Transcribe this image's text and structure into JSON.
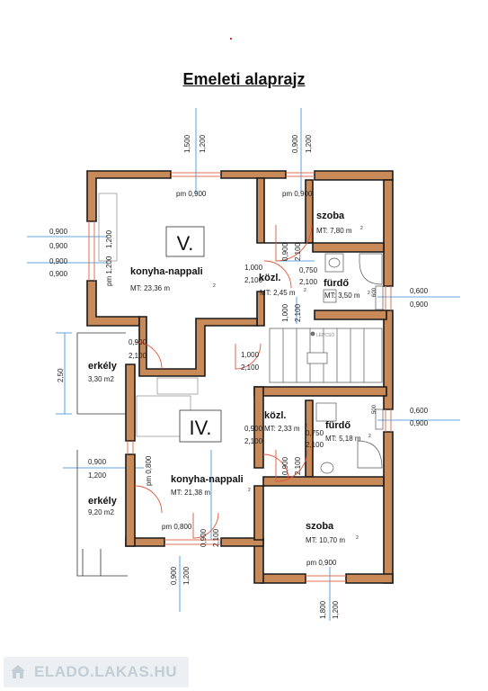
{
  "title": "Emeleti alaprajz",
  "units": {
    "V": "V.",
    "IV": "IV."
  },
  "rooms": {
    "konyha_v": "konyha-nappali",
    "konyha_v_area": "MT:         23,36 m",
    "kozl_v": "közl.",
    "kozl_v_area": "MT: 2,45 m",
    "furdo_v": "fürdő",
    "furdo_v_area": "MT: 3,50 m",
    "szoba_v": "szoba",
    "szoba_v_area": "MT: 7,80 m",
    "erkely_1": "erkély",
    "erkely_1_area": "3,30 m2",
    "erkely_2": "erkély",
    "erkely_2_area": "9,20 m2",
    "konyha_iv": "konyha-nappali",
    "konyha_iv_area": "MT:              21,38 m",
    "kozl_iv": "közl.",
    "kozl_iv_area": "MT: 2,33 m",
    "furdo_iv": "fürdő",
    "furdo_iv_area": "MT: 5,18 m",
    "szoba_iv": "szoba",
    "szoba_iv_area": "MT: 10,70 m"
  },
  "squared": "2",
  "dims": {
    "pm_top_left": "pm 0,900",
    "pm_top_right": "pm 0,900",
    "pm_left_vertical": "pm 1,200",
    "pm_bottom_iv": "pm 0,800",
    "pm_erkely_vertical": "pm 0,800",
    "pm_bottom_right": "pm 0,900",
    "top_a1": "1,500",
    "top_a2": "1,200",
    "top_b1": "0,900",
    "top_b2": "1,200",
    "left_1": "0,900",
    "left_2": "0,900",
    "left_3": "0,900",
    "left_4": "0,900",
    "left_v1": "1,200",
    "right_1": "0,600",
    "right_2": "0,900",
    "right_3": "0,600",
    "right_4": "0,900",
    "door_v_kozl_a": "1,000",
    "door_v_kozl_b": "2,100",
    "door_v_szoba_a": "0,900",
    "door_v_szoba_b": "2,100",
    "door_v_furdo_a": "0,750",
    "door_v_furdo_b": "2,100",
    "door_v_lower_a": "1,000",
    "door_v_lower_b": "2,100",
    "door_erk_a": "0,900",
    "door_erk_b": "2,100",
    "door_stair_a": "1,000",
    "door_stair_b": "2,100",
    "door_iv_kozl_a": "0,900",
    "door_iv_kozl_b": "2,100",
    "door_iv_furdo_a": "0,750",
    "door_iv_furdo_b": "2,100",
    "door_iv_szoba_a": "0,900",
    "door_iv_szoba_b": "2,100",
    "win_erk2_a": "0,900",
    "win_erk2_b": "1,200",
    "win_iv_a": "0,900",
    "win_iv_b": "2,100",
    "bottom_a1": "0,900",
    "bottom_a2": "1,200",
    "bottom_b1": "1,800",
    "bottom_b2": "1,200",
    "side_dim": "2,50",
    "small_600": "600",
    "small_500": "500",
    "stair_label": "LÉPCSŐ"
  },
  "watermark": "ELADO.LAKAS.HU",
  "colors": {
    "wall": "#1a1a1a",
    "wall_fill": "#c98a5a",
    "door_arc": "#e0553a",
    "window": "#e07050",
    "dim_line": "#2f8ad8",
    "watermark": "#b8c6cf"
  }
}
